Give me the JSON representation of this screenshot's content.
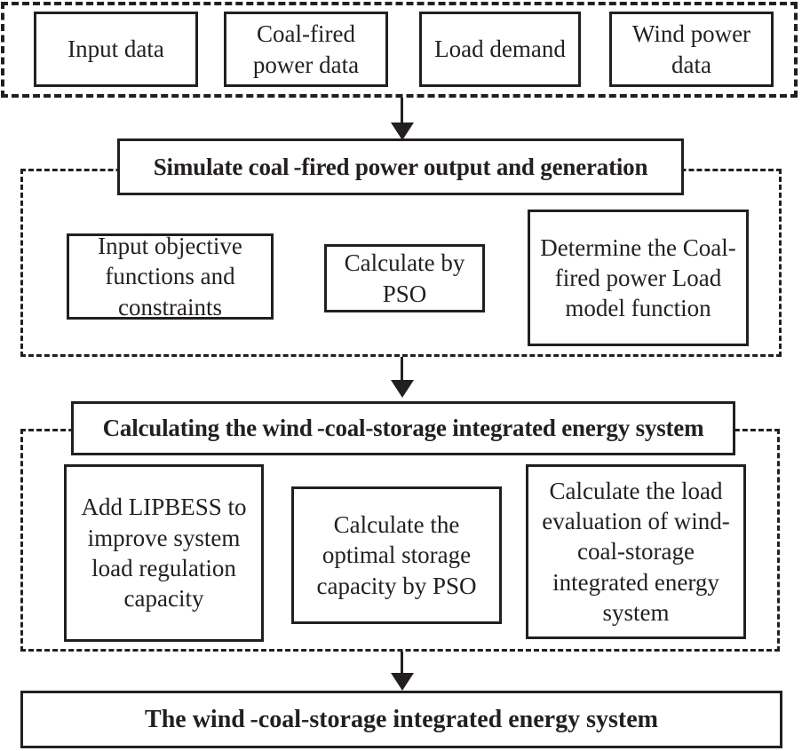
{
  "palette": {
    "ink": "#231f20",
    "bg": "#ffffff"
  },
  "input_group": {
    "boxes": [
      "Input data",
      "Coal-fired\npower data",
      "Load demand",
      "Wind power\ndata"
    ]
  },
  "stage1": {
    "title": "Simulate coal -fired power output and generation",
    "boxes": [
      "Input objective\nfunctions and\nconstraints",
      "Calculate by\nPSO",
      "Determine the Coal-\nfired power Load\nmodel function"
    ]
  },
  "stage2": {
    "title": "Calculating the wind -coal-storage integrated energy system",
    "boxes": [
      "Add LIPBESS to\nimprove system\nload regulation\ncapacity",
      "Calculate the\noptimal storage\ncapacity by PSO",
      "Calculate the load\nevaluation of wind-\ncoal-storage\nintegrated energy\nsystem"
    ]
  },
  "final": {
    "title": "The wind -coal-storage integrated energy system"
  }
}
